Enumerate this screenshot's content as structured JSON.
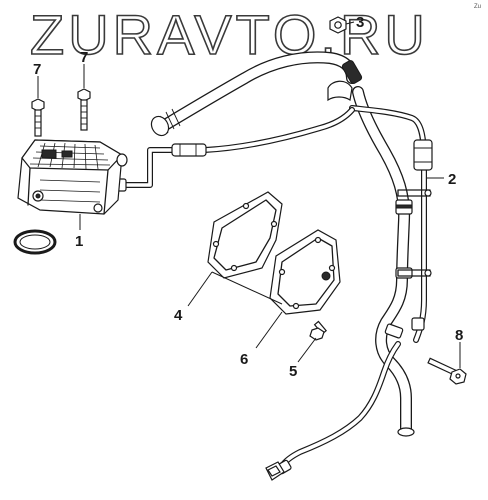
{
  "watermark": {
    "text": "ZURAVTO.RU"
  },
  "corner_mark": "Zu",
  "callouts": [
    {
      "id": "1",
      "text": "1"
    },
    {
      "id": "2",
      "text": "2"
    },
    {
      "id": "3",
      "text": "3"
    },
    {
      "id": "4",
      "text": "4"
    },
    {
      "id": "5",
      "text": "5"
    },
    {
      "id": "6",
      "text": "6"
    },
    {
      "id": "7a",
      "text": "7"
    },
    {
      "id": "7b",
      "text": "7"
    },
    {
      "id": "8",
      "text": "8"
    }
  ]
}
